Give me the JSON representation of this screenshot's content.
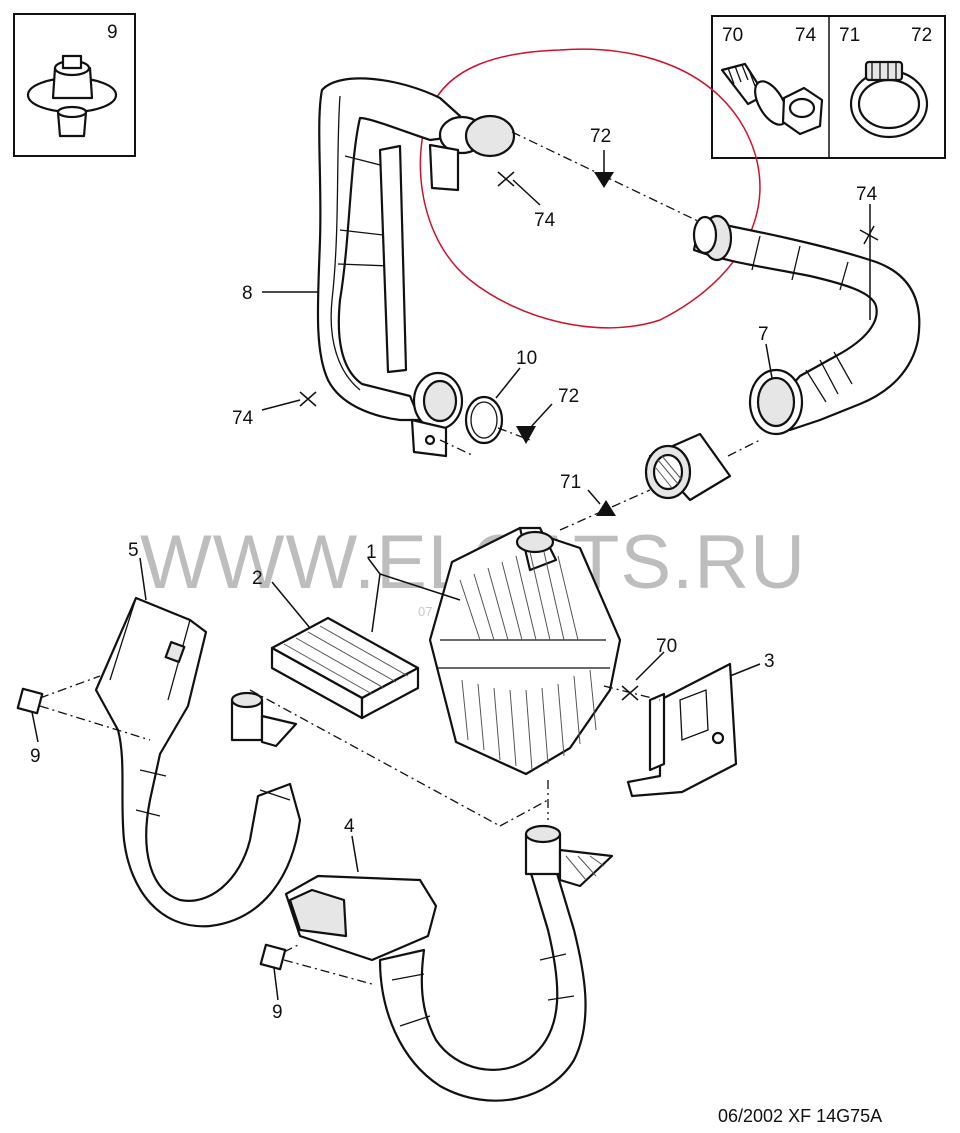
{
  "diagram": {
    "watermark": "WWW.ELCATS.RU",
    "watermark_small": "07",
    "footer": "06/2002  XF 14G75A",
    "inset_boxes": [
      {
        "labels": [
          "9"
        ]
      },
      {
        "labels": [
          "70",
          "74"
        ]
      },
      {
        "labels": [
          "71",
          "72"
        ]
      }
    ],
    "callouts": {
      "p1": "1",
      "p2": "2",
      "p3": "3",
      "p4": "4",
      "p5": "5",
      "p7": "7",
      "p8": "8",
      "p9a": "9",
      "p9b": "9",
      "p10": "10",
      "p70": "70",
      "p71": "71",
      "p72a": "72",
      "p72b": "72",
      "p74a": "74",
      "p74b": "74",
      "p74c": "74"
    },
    "annotation_color": "#d0112b"
  }
}
